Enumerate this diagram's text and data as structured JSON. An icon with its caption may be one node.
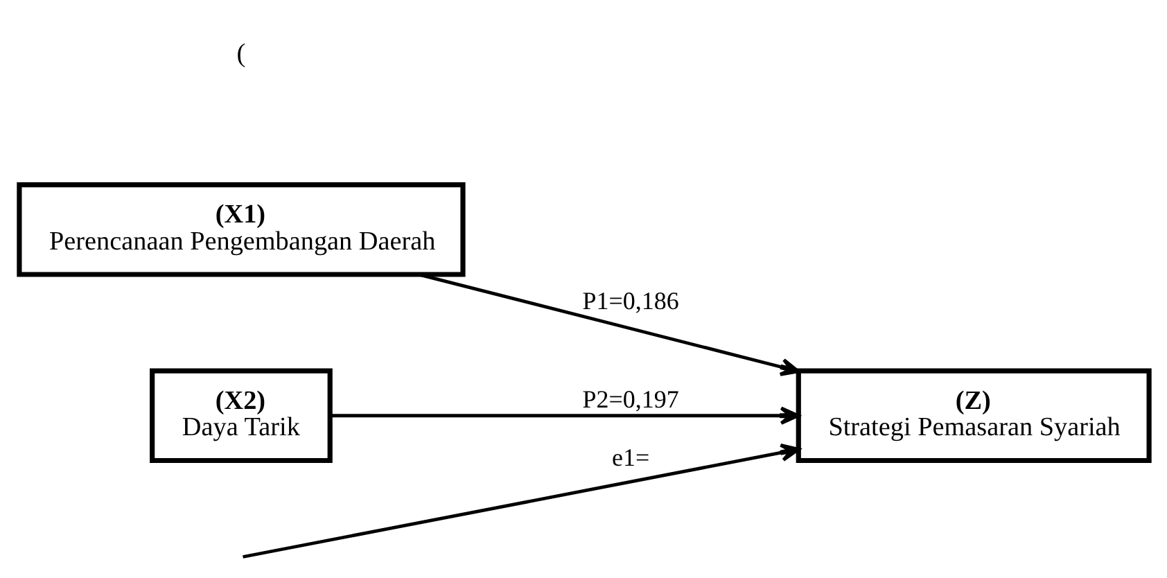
{
  "diagram": {
    "nodes": [
      {
        "text": [
          "(X1)",
          "Perencanaan Pengembangan Daerah"
        ]
      },
      {
        "text": [
          "(X2)",
          "Daya Tarik"
        ]
      },
      {
        "text": [
          "(Z)",
          "Strategi Pemasaran Syariah"
        ]
      }
    ],
    "edges": [
      {
        "from": 0,
        "to": 2,
        "arrow": "to",
        "label": "P1=0,186"
      },
      {
        "from": 1,
        "to": 2,
        "arrow": "to",
        "label": "P2=0,197"
      },
      {
        "from": null,
        "to": 2,
        "arrow": "to",
        "label": "e1="
      }
    ],
    "labels": [
      "("
    ]
  }
}
